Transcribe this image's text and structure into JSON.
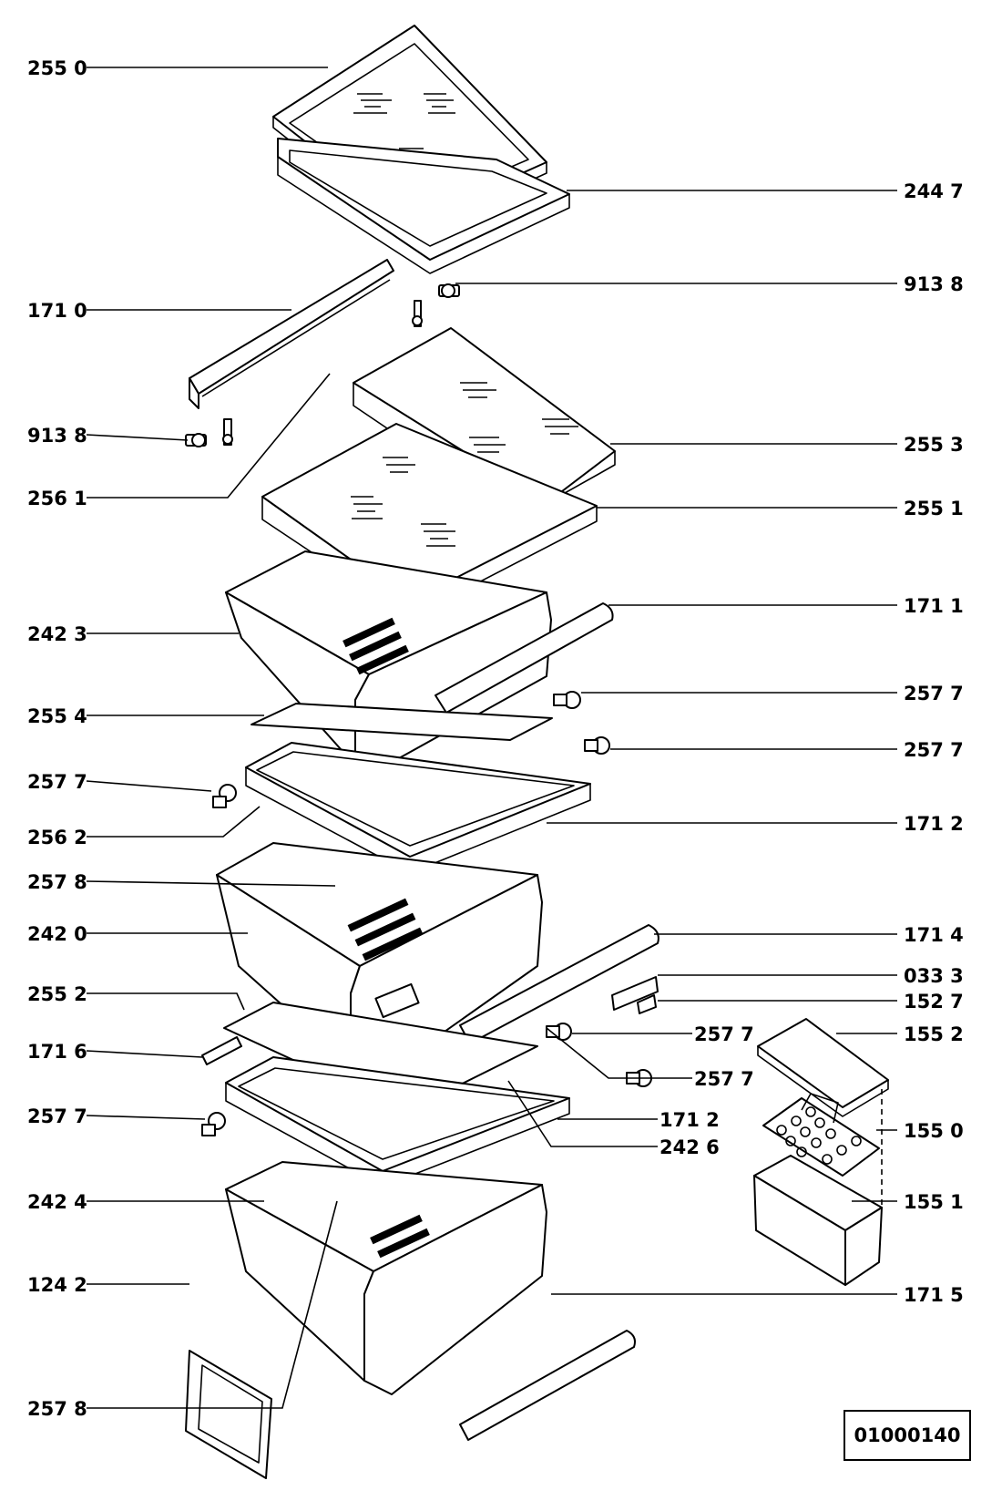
{
  "labels": {
    "l_2550": "255 0",
    "l_1710": "171 0",
    "l_9138_left": "913 8",
    "l_2561": "256 1",
    "l_2423": "242 3",
    "l_2554": "255 4",
    "l_2577_left_a": "257 7",
    "l_2562": "256 2",
    "l_2578_a": "257 8",
    "l_2420": "242 0",
    "l_2552_left": "255 2",
    "l_1716": "171 6",
    "l_2577_left_b": "257 7",
    "l_2424": "242 4",
    "l_1242": "124 2",
    "l_2578_b": "257 8",
    "r_2447": "244 7",
    "r_9138": "913 8",
    "r_2553": "255 3",
    "r_2551": "255 1",
    "r_1711": "171 1",
    "r_2577_a": "257 7",
    "r_2577_b": "257 7",
    "r_1712_a": "171 2",
    "r_1714": "171 4",
    "r_0333": "033 3",
    "r_1527": "152 7",
    "m_2577_a": "257 7",
    "m_2577_b": "257 7",
    "m_1712": "171 2",
    "m_2426": "242 6",
    "r_1552": "155 2",
    "r_1550": "155 0",
    "r_1551": "155 1",
    "r_1715": "171 5"
  },
  "drawing_code": "01000140"
}
